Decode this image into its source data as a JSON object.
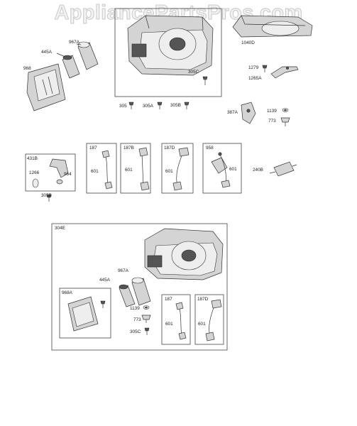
{
  "watermark": "AppliancePartsPros.com",
  "labels": {
    "l_967a_top": "967A",
    "l_445a_top": "445A",
    "l_968": "968",
    "l_1040d": "1040D",
    "l_305c_top": "305C",
    "l_1279": "1279",
    "l_1265a": "1265A",
    "l_305": "305",
    "l_305a": "305A",
    "l_305b_mid": "305B",
    "l_387a": "387A",
    "l_1139_top": "1139",
    "l_773_top": "773",
    "l_431b": "431B",
    "l_1266": "1266",
    "l_964": "964",
    "l_305b_low": "305B",
    "l_187_top": "187",
    "l_601_a": "601",
    "l_187b": "187B",
    "l_601_b": "601",
    "l_187d_top": "187D",
    "l_601_c": "601",
    "l_958": "958",
    "l_601_d": "601",
    "l_240b": "240B",
    "l_304e": "304E",
    "l_967a_low": "967A",
    "l_445a_low": "445A",
    "l_968a": "968A",
    "l_1139_low": "1139",
    "l_773_low": "773",
    "l_305c_low": "305C",
    "l_187_low": "187",
    "l_601_e": "601",
    "l_187d_low": "187D",
    "l_601_f": "601"
  }
}
